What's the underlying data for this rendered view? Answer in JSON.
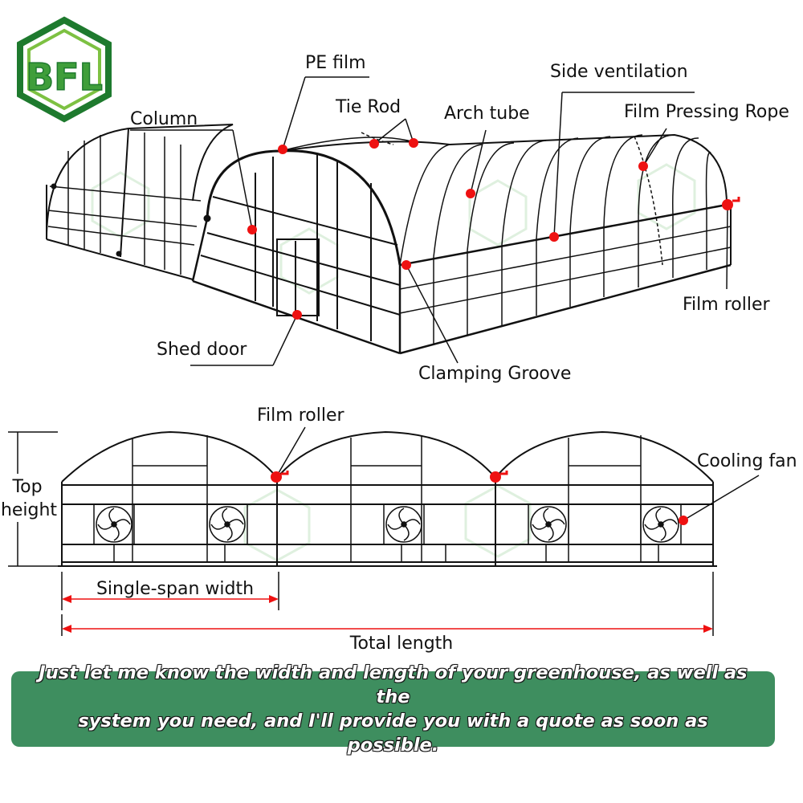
{
  "logo": {
    "text": "BFL",
    "colors": {
      "outer": "#1e7a2e",
      "inner": "#7dc142"
    }
  },
  "labels": {
    "pe_film": "PE film",
    "tie_rod": "Tie Rod",
    "column": "Column",
    "arch_tube": "Arch tube",
    "side_ventilation": "Side ventilation",
    "film_pressing_rope": "Film Pressing Rope",
    "film_roller_top": "Film roller",
    "shed_door": "Shed door",
    "clamping_groove": "Clamping Groove",
    "film_roller_bottom": "Film roller",
    "cooling_fan": "Cooling fan",
    "top_height_line1": "Top",
    "top_height_line2": "height",
    "single_span_width": "Single-span width",
    "total_length": "Total length"
  },
  "banner": {
    "line1": "Just let me know the width and length of your greenhouse, as well as the",
    "line2": "system you need, and I'll provide you with a quote as soon as possible."
  },
  "colors": {
    "marker": "#ee1111",
    "banner": "#3e8e5f",
    "line": "#111111",
    "watermark": "#9fd49f"
  }
}
